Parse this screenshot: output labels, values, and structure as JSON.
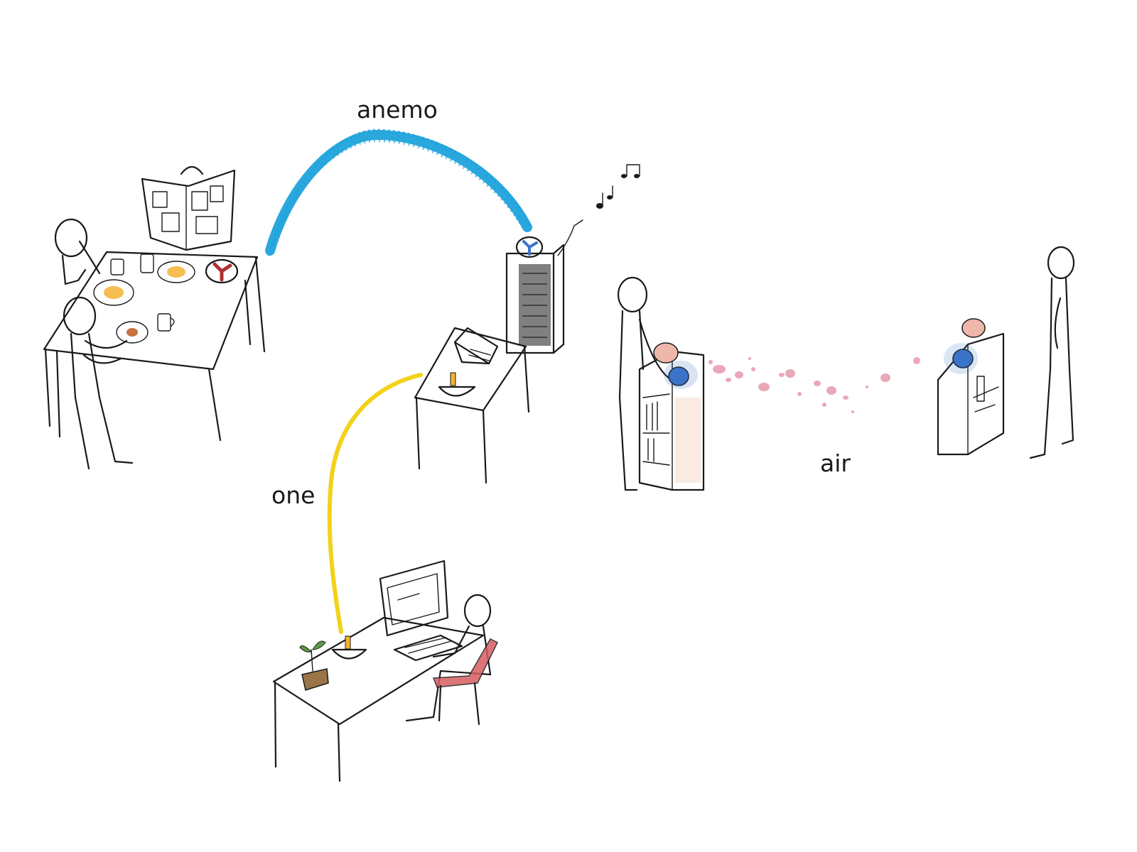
{
  "labels": {
    "anemo": "anemo",
    "one": "one",
    "air": "air"
  },
  "colors": {
    "anemo_arc": "#1fa3dc",
    "one_line": "#f2d21a",
    "air_particles": "#e9a7b8",
    "pink_ball": "#eeb7aa",
    "blue_ball": "#3a74c8",
    "chair": "#d65d62",
    "food": "#f4b233",
    "ink": "#1a1a1a"
  },
  "icons": {
    "music_notes": "music-note-icon",
    "plant": "plant-icon"
  }
}
